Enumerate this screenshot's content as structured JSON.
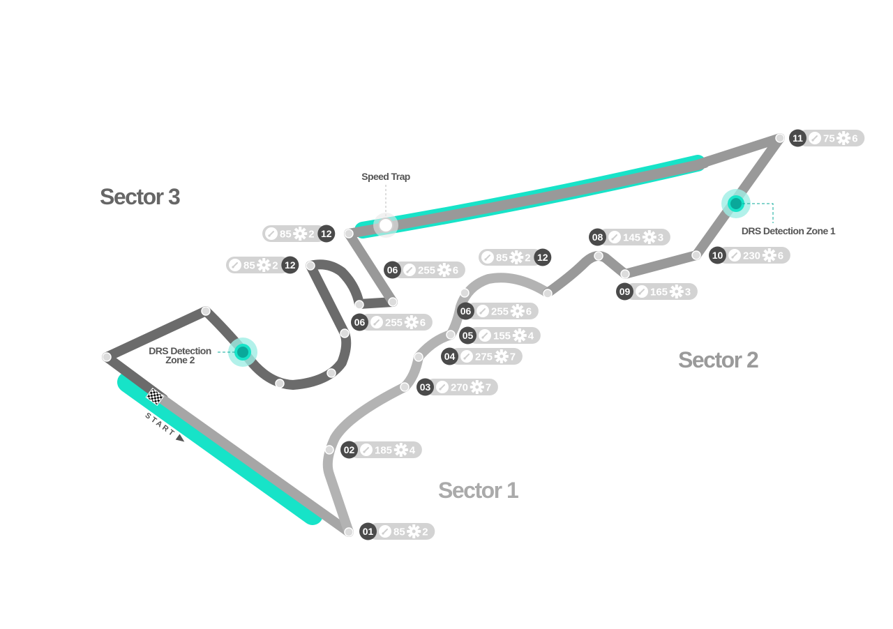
{
  "colors": {
    "drs_zone": "#17e3c8",
    "drs_marker": "#0aa89a",
    "drs_halo": "#9feee5",
    "sector1_track": "#b0b0b0",
    "sector2_track": "#999999",
    "sector3_track": "#6b6b6b",
    "pill_bg": "#d3d3d3",
    "badge_bg": "#4a4a4a",
    "sector1_label": "#aaaaaa",
    "sector2_label": "#9a9a9a",
    "sector3_label": "#666666"
  },
  "sectors": [
    {
      "id": "sector-1",
      "label": "Sector 1"
    },
    {
      "id": "sector-2",
      "label": "Sector 2"
    },
    {
      "id": "sector-3",
      "label": "Sector 3"
    }
  ],
  "annotations": {
    "speed_trap": "Speed Trap",
    "drs_zone_1": "DRS Detection Zone 1",
    "drs_zone_2_line1": "DRS Detection",
    "drs_zone_2_line2": "Zone 2",
    "start": "START"
  },
  "icons": {
    "speed": "speedometer-icon",
    "gear": "gear-icon",
    "flag": "checkered-flag-icon"
  },
  "corners": [
    {
      "number": "01",
      "speed": "85",
      "gear": "2"
    },
    {
      "number": "02",
      "speed": "185",
      "gear": "4"
    },
    {
      "number": "03",
      "speed": "270",
      "gear": "7"
    },
    {
      "number": "04",
      "speed": "275",
      "gear": "7"
    },
    {
      "number": "05",
      "speed": "155",
      "gear": "4"
    },
    {
      "number": "06",
      "speed": "255",
      "gear": "6"
    },
    {
      "number": "12",
      "speed": "85",
      "gear": "2"
    },
    {
      "number": "08",
      "speed": "145",
      "gear": "3"
    },
    {
      "number": "09",
      "speed": "165",
      "gear": "3"
    },
    {
      "number": "10",
      "speed": "230",
      "gear": "6"
    },
    {
      "number": "11",
      "speed": "75",
      "gear": "6"
    },
    {
      "number": "12",
      "speed": "85",
      "gear": "2"
    },
    {
      "number": "06",
      "speed": "255",
      "gear": "6"
    },
    {
      "number": "12",
      "speed": "85",
      "gear": "2"
    },
    {
      "number": "06",
      "speed": "255",
      "gear": "6"
    }
  ]
}
